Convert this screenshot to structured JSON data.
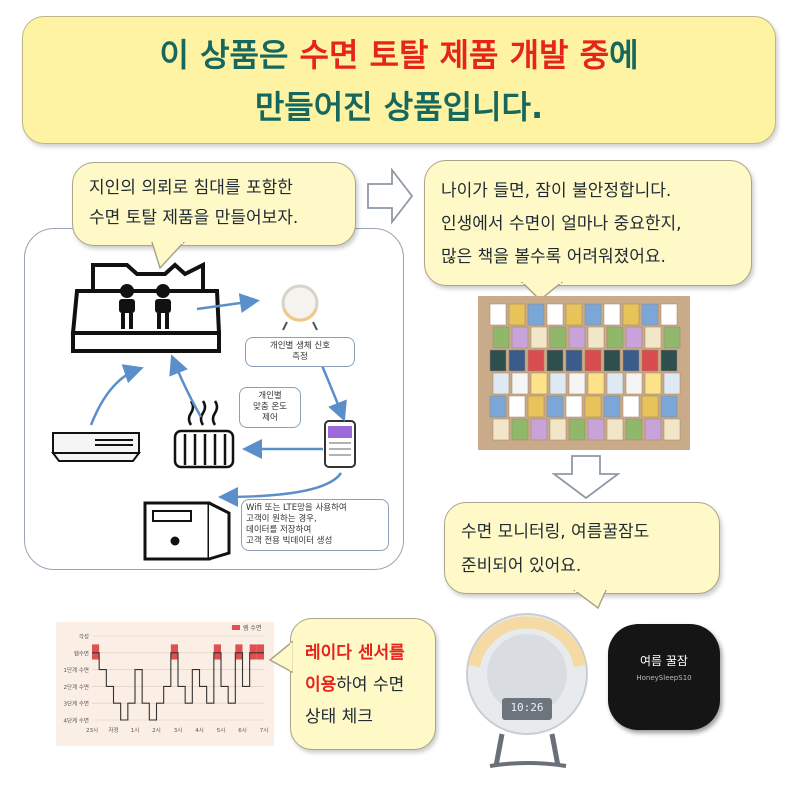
{
  "banner": {
    "line1_a": "이 상품은 ",
    "line1_b": "수면 토탈 제품 개발 중",
    "line1_c": "에",
    "line2": "만들어진 상품입니다."
  },
  "bubble1": {
    "line1": "지인의 의뢰로 침대를 포함한",
    "line2": "수면 토탈 제품을 만들어보자."
  },
  "bubble2": {
    "line1": "나이가 들면, 잠이 불안정합니다.",
    "line2": "인생에서 수면이 얼마나 중요한지,",
    "line3": "많은 책을 볼수록 어려워졌어요."
  },
  "bubble3": {
    "line1": "수면 모니터링, 여름꿀잠도",
    "line2": "준비되어 있어요."
  },
  "bubble4": {
    "line1_red": "레이다 센서를",
    "line2_red": "이용",
    "line2_rest": "하여 수면",
    "line3": "상태 체크"
  },
  "diagram": {
    "note_sensor_1": "개인별 생체 신호",
    "note_sensor_2": "측정",
    "note_temp_1": "개인별",
    "note_temp_2": "맞춤 온도",
    "note_temp_3": "제어",
    "note_wifi_1": "Wifi 또는 LTE망을 사용하여",
    "note_wifi_2": "고객이 원하는 경우,",
    "note_wifi_3": "데이터를 저장하여",
    "note_wifi_4": "고객 전용 빅데이터 생성"
  },
  "chart_data": {
    "type": "line",
    "legend": "렘 수면",
    "y_labels": [
      "각성",
      "렘수면",
      "1단계 수면",
      "2단계 수면",
      "3단계 수면",
      "4단계 수면"
    ],
    "x_labels": [
      "23시",
      "자정",
      "1시",
      "2시",
      "3시",
      "4시",
      "5시",
      "6시",
      "7시"
    ],
    "y_values": [
      1,
      2,
      3,
      4,
      5,
      4,
      2,
      4,
      5,
      4,
      3,
      1,
      3,
      4,
      2,
      3,
      4,
      1,
      3,
      4,
      1,
      3,
      1,
      1
    ]
  },
  "products": {
    "clock_display": "10:26",
    "device_label_1": "여름 꿀잠",
    "device_label_2": "HoneySleepS10"
  },
  "colors": {
    "title_green": "#16675e",
    "accent_red": "#e5251c",
    "bubble": "#fff9c8",
    "banner": "#fdf3a3",
    "arrow_blue": "#5b8fc9"
  }
}
